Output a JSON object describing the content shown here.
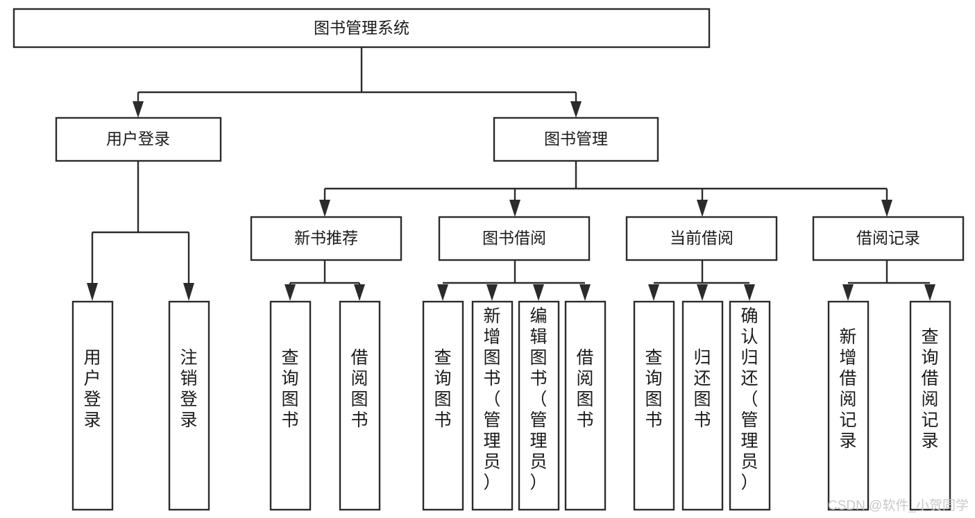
{
  "diagram": {
    "title": "图书管理系统",
    "type": "hierarchy-tree",
    "root": {
      "id": "root",
      "label": "图书管理系统"
    },
    "level2": [
      {
        "id": "user-login",
        "label": "用户登录"
      },
      {
        "id": "book-manage",
        "label": "图书管理"
      }
    ],
    "level3": [
      {
        "id": "new-book-recommend",
        "label": "新书推荐"
      },
      {
        "id": "book-borrow",
        "label": "图书借阅"
      },
      {
        "id": "current-borrow",
        "label": "当前借阅"
      },
      {
        "id": "borrow-record",
        "label": "借阅记录"
      }
    ],
    "leaves": {
      "user_login": [
        {
          "id": "leaf-user-login",
          "label": "用户登录"
        },
        {
          "id": "leaf-logout-login",
          "label": "注销登录"
        }
      ],
      "new_book_recommend": [
        {
          "id": "leaf-query-book-1",
          "label": "查询图书"
        },
        {
          "id": "leaf-borrow-book-1",
          "label": "借阅图书"
        }
      ],
      "book_borrow": [
        {
          "id": "leaf-query-book-2",
          "label": "查询图书"
        },
        {
          "id": "leaf-add-book",
          "label": "新增图书（管理员）"
        },
        {
          "id": "leaf-edit-book",
          "label": "编辑图书（管理员）"
        },
        {
          "id": "leaf-borrow-book-2",
          "label": "借阅图书"
        }
      ],
      "current_borrow": [
        {
          "id": "leaf-query-book-3",
          "label": "查询图书"
        },
        {
          "id": "leaf-return-book",
          "label": "归还图书"
        },
        {
          "id": "leaf-confirm-return",
          "label": "确认归还（管理员）"
        }
      ],
      "borrow_record": [
        {
          "id": "leaf-add-record",
          "label": "新增借阅记录"
        },
        {
          "id": "leaf-query-record",
          "label": "查询借阅记录"
        }
      ]
    }
  },
  "watermark": {
    "text": "CSDN @软件_小贺同学"
  },
  "colors": {
    "stroke": "#2b2b2b",
    "fill": "#ffffff",
    "text": "#1a1a1a",
    "watermark": "#c9c9c9"
  }
}
